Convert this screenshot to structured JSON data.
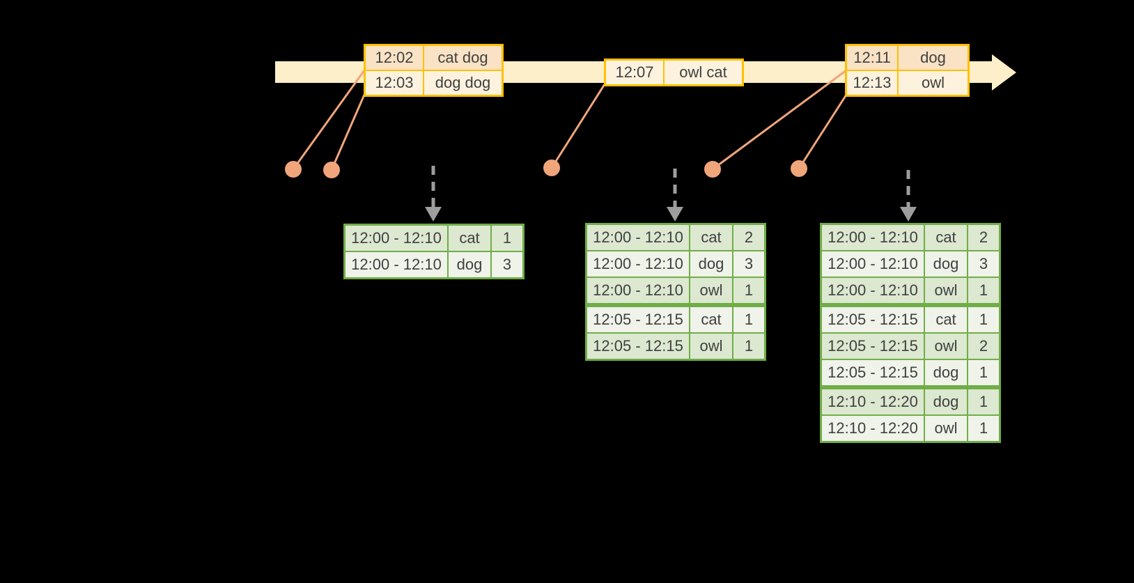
{
  "colors": {
    "background": "#000000",
    "band": "#FCEFC9",
    "gold": "#FFC000",
    "peach": "#FAE2C5",
    "cream": "#FDF2DE",
    "salmon": "#F0A57B",
    "gray_arrow": "#9E9E9E",
    "green": "#70AD47",
    "green_dark": "#DCE8D0",
    "green_light": "#EFF3EA",
    "text": "#404040"
  },
  "event_tables": [
    {
      "rows": [
        {
          "time": "12:02",
          "words": "cat dog"
        },
        {
          "time": "12:03",
          "words": "dog dog"
        }
      ]
    },
    {
      "rows": [
        {
          "time": "12:07",
          "words": "owl cat"
        }
      ]
    },
    {
      "rows": [
        {
          "time": "12:11",
          "words": "dog"
        },
        {
          "time": "12:13",
          "words": "owl"
        }
      ]
    }
  ],
  "result_tables": [
    {
      "rows": [
        {
          "window": "12:00 - 12:10",
          "word": "cat",
          "count": "1"
        },
        {
          "window": "12:00 - 12:10",
          "word": "dog",
          "count": "3"
        }
      ]
    },
    {
      "rows": [
        {
          "window": "12:00 - 12:10",
          "word": "cat",
          "count": "2"
        },
        {
          "window": "12:00 - 12:10",
          "word": "dog",
          "count": "3"
        },
        {
          "window": "12:00 - 12:10",
          "word": "owl",
          "count": "1"
        },
        {
          "window": "12:05 - 12:15",
          "word": "cat",
          "count": "1"
        },
        {
          "window": "12:05 - 12:15",
          "word": "owl",
          "count": "1"
        }
      ]
    },
    {
      "rows": [
        {
          "window": "12:00 - 12:10",
          "word": "cat",
          "count": "2"
        },
        {
          "window": "12:00 - 12:10",
          "word": "dog",
          "count": "3"
        },
        {
          "window": "12:00 - 12:10",
          "word": "owl",
          "count": "1"
        },
        {
          "window": "12:05 - 12:15",
          "word": "cat",
          "count": "1"
        },
        {
          "window": "12:05 - 12:15",
          "word": "owl",
          "count": "2"
        },
        {
          "window": "12:05 - 12:15",
          "word": "dog",
          "count": "1"
        },
        {
          "window": "12:10 - 12:20",
          "word": "dog",
          "count": "1"
        },
        {
          "window": "12:10 - 12:20",
          "word": "owl",
          "count": "1"
        }
      ]
    }
  ]
}
